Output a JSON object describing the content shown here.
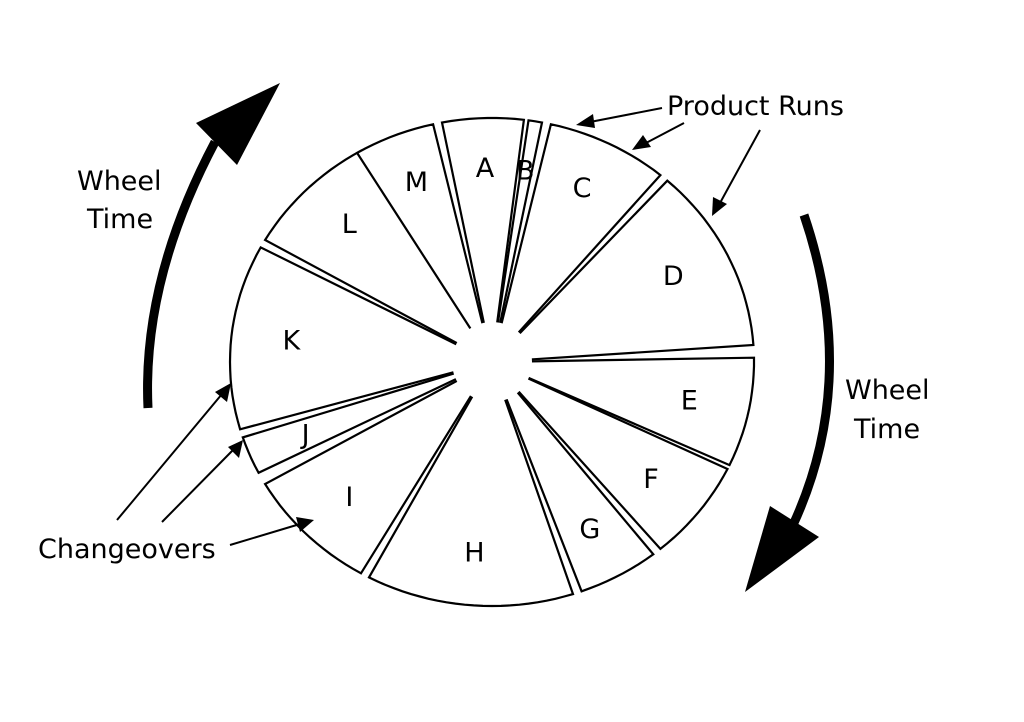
{
  "diagram": {
    "segments": [
      {
        "label": "A",
        "start": -11,
        "end": 7
      },
      {
        "label": "B",
        "start": 8,
        "end": 11
      },
      {
        "label": "C",
        "start": 13,
        "end": 40
      },
      {
        "label": "D",
        "start": 42,
        "end": 86
      },
      {
        "label": "E",
        "start": 89,
        "end": 115
      },
      {
        "label": "F",
        "start": 116,
        "end": 140
      },
      {
        "label": "G",
        "start": 142,
        "end": 160
      },
      {
        "label": "H",
        "start": 162,
        "end": 208
      },
      {
        "label": "I",
        "start": 210,
        "end": 240
      },
      {
        "label": "J",
        "start": 243,
        "end": 252
      },
      {
        "label": "K",
        "start": 254,
        "end": 298
      },
      {
        "label": "L",
        "start": 300,
        "end": 330
      },
      {
        "label": "M",
        "start": -31,
        "end": -13
      }
    ],
    "product_runs_label": "Product Runs",
    "changeovers_label": "Changeovers",
    "wheel_time_left": {
      "line1": "Wheel",
      "line2": "Time"
    },
    "wheel_time_right": {
      "line1": "Wheel",
      "line2": "Time"
    }
  }
}
